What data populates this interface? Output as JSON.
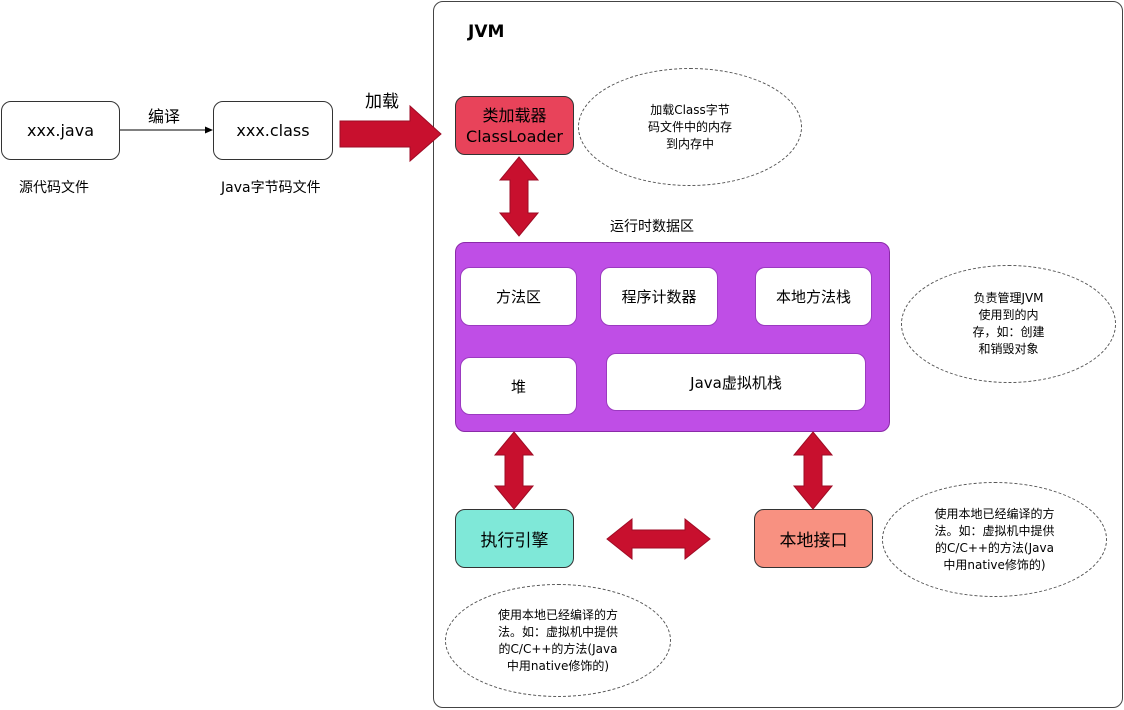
{
  "left": {
    "source_box": "xxx.java",
    "source_caption": "源代码文件",
    "compile_label": "编译",
    "class_box": "xxx.class",
    "class_caption": "Java字节码文件",
    "load_label": "加载"
  },
  "jvm": {
    "title": "JVM",
    "classloader": "类加载器\nClassLoader",
    "classloader_note": "加载Class字节\n码文件中的内存\n到内存中",
    "runtime_title": "运行时数据区",
    "runtime_items": {
      "method_area": "方法区",
      "pc_register": "程序计数器",
      "native_stack": "本地方法栈",
      "heap": "堆",
      "java_stack": "Java虚拟机栈"
    },
    "runtime_note": "负责管理JVM\n使用到的内\n存，如：创建\n和销毁对象",
    "exec_engine": "执行引擎",
    "exec_note": "使用本地已经编译的方\n法。如：虚拟机中提供\n的C/C++的方法(Java\n中用native修饰的)",
    "native_interface": "本地接口",
    "native_note": "使用本地已经编译的方\n法。如：虚拟机中提供\n的C/C++的方法(Java\n中用native修饰的)"
  },
  "colors": {
    "classloader_fill": "#e8435a",
    "runtime_fill": "#bf4ee6",
    "exec_fill": "#7fe8d8",
    "native_fill": "#f89181",
    "arrow_fill": "#c8102e"
  }
}
